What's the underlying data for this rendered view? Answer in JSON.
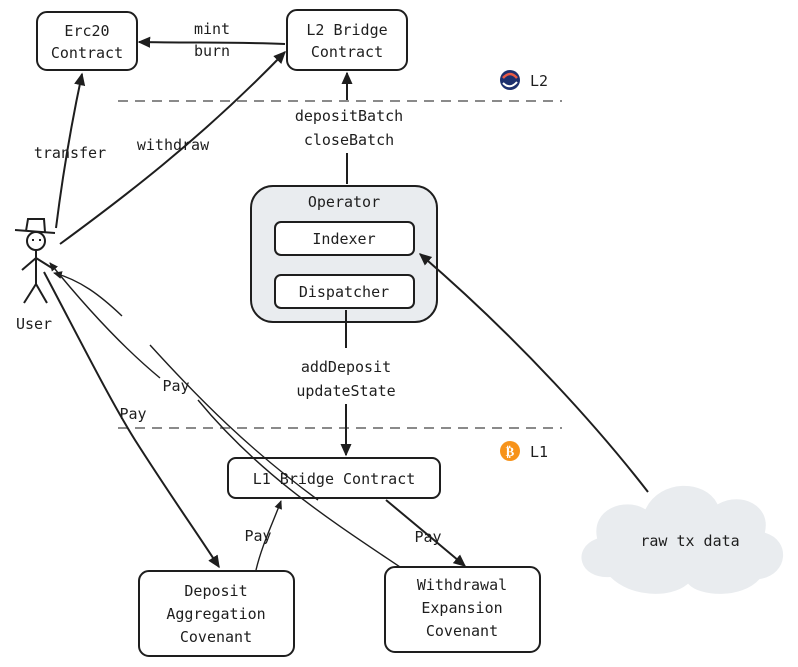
{
  "nodes": {
    "erc20": [
      "Erc20",
      "Contract"
    ],
    "l2_bridge": [
      "L2 Bridge",
      "Contract"
    ],
    "operator": "Operator",
    "indexer": "Indexer",
    "dispatcher": "Dispatcher",
    "l1_bridge": "L1 Bridge Contract",
    "deposit_cov": [
      "Deposit",
      "Aggregation",
      "Covenant"
    ],
    "withdrawal_cov": [
      "Withdrawal",
      "Expansion",
      "Covenant"
    ],
    "raw_tx": "raw tx data",
    "user": "User"
  },
  "layers": {
    "l2": "L2",
    "l1": "L1"
  },
  "edges": {
    "mint": "mint",
    "burn": "burn",
    "transfer": "transfer",
    "withdraw": "withdraw",
    "deposit_batch": "depositBatch",
    "close_batch": "closeBatch",
    "add_deposit": "addDeposit",
    "update_state": "updateState",
    "pay_user_upper": "Pay",
    "pay_user_lower": "Pay",
    "pay_deposit": "Pay",
    "pay_withdrawal": "Pay"
  },
  "colors": {
    "operator_fill": "#e9ecef",
    "cloud_fill": "#e9ecef",
    "bitcoin": "#f7931a",
    "l2_logo_blue": "#1c2f6e",
    "l2_logo_red": "#e85a46",
    "dashed_divider": "#8a8a8a"
  },
  "icons": {
    "l2_logo": "l2-network-logo-icon",
    "l1_logo": "bitcoin-logo-icon",
    "user": "stick-figure-with-hat-icon"
  }
}
